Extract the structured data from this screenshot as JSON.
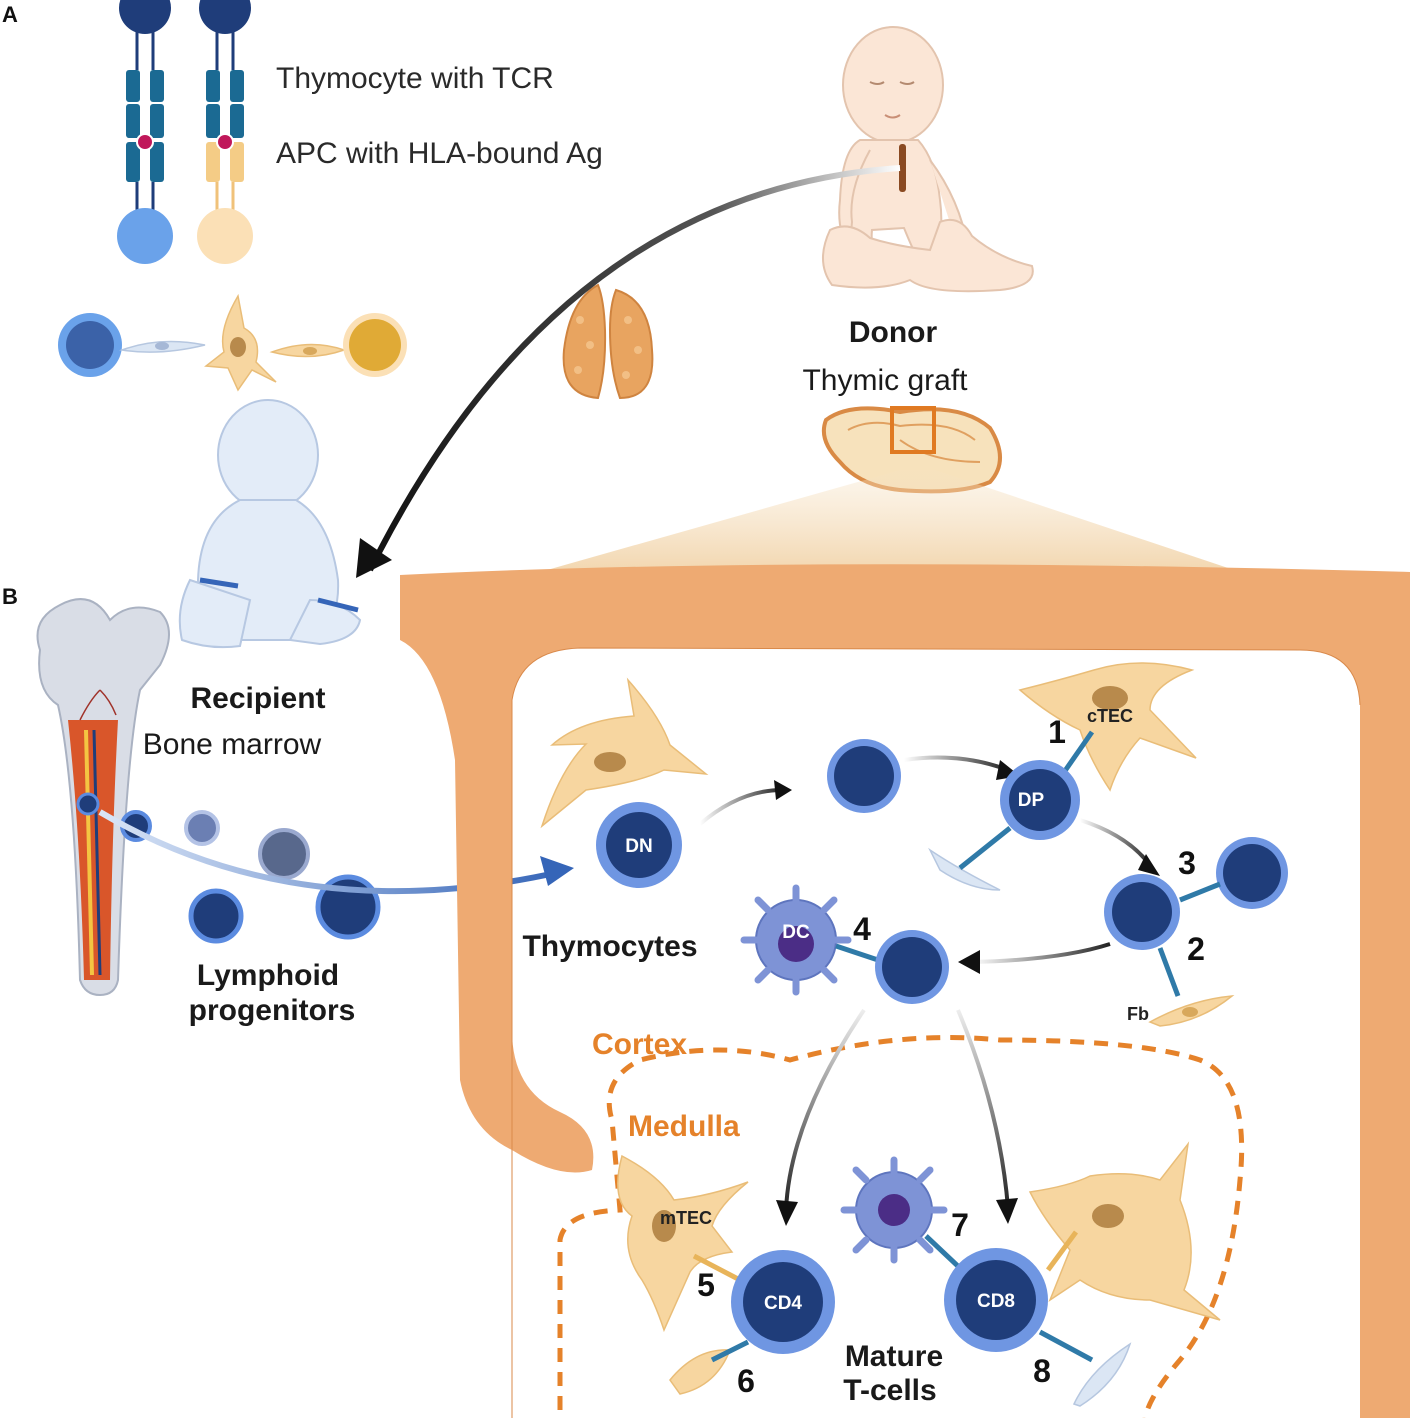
{
  "panels": {
    "a": "A",
    "b": "B"
  },
  "legend": {
    "thymocyte_tcr": "Thymocyte with TCR",
    "apc_hla": "APC with HLA-bound Ag"
  },
  "donor": {
    "title": "Donor",
    "subtitle": "Thymic graft"
  },
  "recipient": {
    "title": "Recipient",
    "subtitle": "Bone marrow"
  },
  "lymphoid": {
    "line1": "Lymphoid",
    "line2": "progenitors"
  },
  "thymocytes": "Thymocytes",
  "regions": {
    "cortex": "Cortex",
    "medulla": "Medulla"
  },
  "mature": {
    "line1": "Mature",
    "line2": "T-cells"
  },
  "cells": {
    "dn": "DN",
    "dp": "DP",
    "dc": "DC",
    "cd4": "CD4",
    "cd8": "CD8",
    "ctec": "cTEC",
    "mtec": "mTEC",
    "fb": "Fb"
  },
  "steps": [
    "1",
    "2",
    "3",
    "4",
    "5",
    "6",
    "7",
    "8"
  ],
  "colors": {
    "thymocyte": "#1f3d7a",
    "thymocyte_ring": "#5b8be0",
    "tec": "#f6d29b",
    "capsule": "#eeaa72",
    "cortex_orange": "#e5822a",
    "dc": "#7e93d6"
  }
}
